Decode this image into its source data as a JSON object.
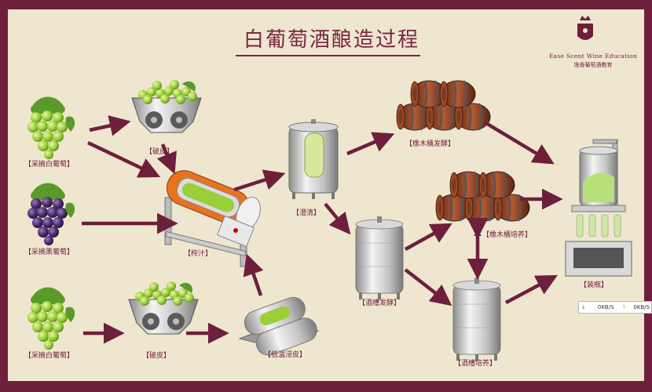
{
  "title": "白葡萄酒酿造过程",
  "brand": {
    "name_en": "Ease Scent Wine Education",
    "name_cn": "逸香葡萄酒教育"
  },
  "steps": {
    "harvest_white_1": "【采摘白葡萄】",
    "harvest_red": "【采摘黑葡萄】",
    "harvest_white_2": "【采摘白葡萄】",
    "crush_1": "【破皮】",
    "crush_2": "【破皮】",
    "press": "【榨汁】",
    "cold_soak": "【低温浸皮】",
    "settle": "【澄清】",
    "oak_ferment": "【橡木桶发酵】",
    "tank_ferment": "【酒槽发酵】",
    "oak_age": "【橡木桶培养】",
    "tank_age": "【酒槽培养】",
    "bottle": "【装瓶】"
  },
  "speed_widget": {
    "down": "0KB/S",
    "up": "0KB/S"
  },
  "colors": {
    "frame": "#6e1f3c",
    "background": "#efe6cf",
    "arrow": "#6e1f3c",
    "white_grape": "#9bcf3a",
    "red_grape": "#4a2a6a",
    "barrel": "#8a3b20",
    "press_orange": "#e8731f"
  }
}
